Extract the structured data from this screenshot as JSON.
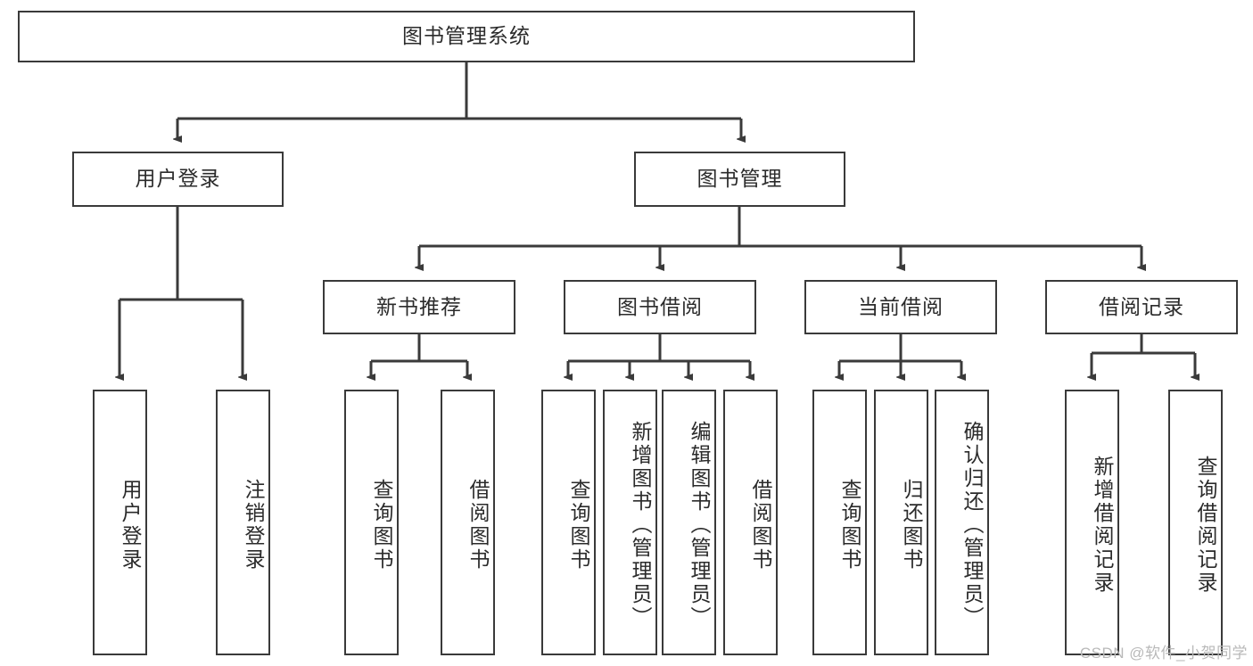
{
  "diagram": {
    "type": "tree-hierarchy-chart",
    "title": "图书管理系统",
    "watermark": "CSDN @软件_小贺同学",
    "colors": {
      "stroke": "#3a3a3a",
      "fill": "#ffffff",
      "text": "#2b2b2b",
      "watermark": "#b9b9b9"
    },
    "levels": {
      "root": {
        "label": "图书管理系统"
      },
      "level2": [
        {
          "id": "user-login",
          "label": "用户登录"
        },
        {
          "id": "book-manage",
          "label": "图书管理"
        }
      ],
      "level3": [
        {
          "id": "new-book-recommend",
          "label": "新书推荐",
          "parent": "book-manage"
        },
        {
          "id": "book-borrow",
          "label": "图书借阅",
          "parent": "book-manage"
        },
        {
          "id": "current-borrow",
          "label": "当前借阅",
          "parent": "book-manage"
        },
        {
          "id": "borrow-record",
          "label": "借阅记录",
          "parent": "book-manage"
        }
      ],
      "leaves": [
        {
          "id": "leaf-user-login",
          "label": "用户登录",
          "parent": "user-login"
        },
        {
          "id": "leaf-logout",
          "label": "注销登录",
          "parent": "user-login"
        },
        {
          "id": "leaf-query-book-1",
          "label": "查询图书",
          "parent": "new-book-recommend"
        },
        {
          "id": "leaf-borrow-book-1",
          "label": "借阅图书",
          "parent": "new-book-recommend"
        },
        {
          "id": "leaf-query-book-2",
          "label": "查询图书",
          "parent": "book-borrow"
        },
        {
          "id": "leaf-add-book",
          "label": "新增图书（管理员）",
          "parent": "book-borrow"
        },
        {
          "id": "leaf-edit-book",
          "label": "编辑图书（管理员）",
          "parent": "book-borrow"
        },
        {
          "id": "leaf-borrow-book-2",
          "label": "借阅图书",
          "parent": "book-borrow"
        },
        {
          "id": "leaf-query-book-3",
          "label": "查询图书",
          "parent": "current-borrow"
        },
        {
          "id": "leaf-return-book",
          "label": "归还图书",
          "parent": "current-borrow"
        },
        {
          "id": "leaf-confirm-return",
          "label": "确认归还（管理员）",
          "parent": "current-borrow"
        },
        {
          "id": "leaf-add-record",
          "label": "新增借阅记录",
          "parent": "borrow-record"
        },
        {
          "id": "leaf-query-record",
          "label": "查询借阅记录",
          "parent": "borrow-record"
        }
      ]
    }
  }
}
